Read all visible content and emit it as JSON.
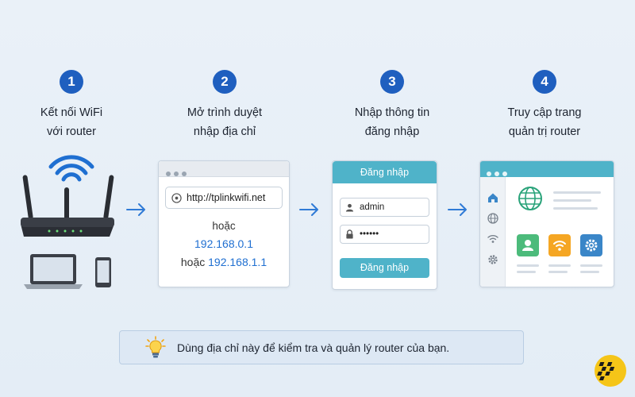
{
  "steps": [
    {
      "number": "1",
      "line1": "Kết nối WiFi",
      "line2": "với router"
    },
    {
      "number": "2",
      "line1": "Mở trình duyệt",
      "line2": "nhập địa chỉ"
    },
    {
      "number": "3",
      "line1": "Nhập thông tin",
      "line2": "đăng nhập"
    },
    {
      "number": "4",
      "line1": "Truy cập trang",
      "line2": "quản trị router"
    }
  ],
  "browser": {
    "url": "http://tplinkwifi.net",
    "or_label": "hoặc",
    "ip1": "192.168.0.1",
    "or_label2": "hoặc",
    "ip2": "192.168.1.1"
  },
  "login": {
    "title": "Đăng nhập",
    "username": "admin",
    "password": "••••••",
    "button": "Đăng nhập"
  },
  "note": {
    "text": "Dùng địa chỉ này để kiểm tra và quản lý router của bạn."
  },
  "colors": {
    "step_circle": "#1f5fbf",
    "accent_teal": "#4fb3c9",
    "link_blue": "#1f6fd1",
    "tile_green": "#4cbb7b",
    "tile_orange": "#f5a623",
    "tile_blue": "#3a86c8",
    "badge_yellow": "#f5c518"
  },
  "icons": [
    "wifi-icon",
    "router-icon",
    "laptop-icon",
    "phone-icon",
    "arrow-right-icon",
    "globe-icon",
    "user-icon",
    "lock-icon",
    "home-icon",
    "settings-icon",
    "lightbulb-icon",
    "logo-badge"
  ]
}
